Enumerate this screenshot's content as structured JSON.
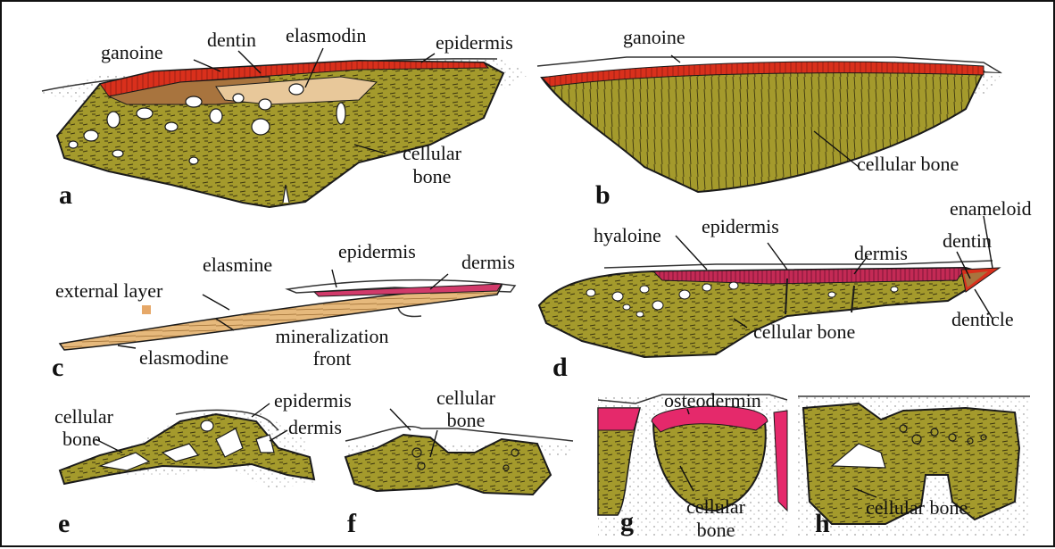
{
  "figure": {
    "panels": {
      "a": {
        "letter": "a",
        "labels": {
          "ganoine": "ganoine",
          "dentin": "dentin",
          "elasmodin": "elasmodin",
          "epidermis": "epidermis",
          "cellular_bone_1": "cellular",
          "cellular_bone_2": "bone"
        }
      },
      "b": {
        "letter": "b",
        "labels": {
          "ganoine": "ganoine",
          "cellular_bone": "cellular bone"
        }
      },
      "c": {
        "letter": "c",
        "labels": {
          "elasmine": "elasmine",
          "epidermis": "epidermis",
          "dermis": "dermis",
          "external_layer": "external layer",
          "mineralization_1": "mineralization",
          "mineralization_2": "front",
          "elasmodine": "elasmodine"
        }
      },
      "d": {
        "letter": "d",
        "labels": {
          "hyaloine": "hyaloine",
          "epidermis": "epidermis",
          "dermis": "dermis",
          "enameloid": "enameloid",
          "dentin": "dentin",
          "denticle": "denticle",
          "cellular_bone": "cellular bone"
        }
      },
      "e": {
        "letter": "e",
        "labels": {
          "cellular_bone_1": "cellular",
          "cellular_bone_2": "bone",
          "epidermis": "epidermis",
          "dermis": "dermis"
        }
      },
      "f": {
        "letter": "f",
        "labels": {
          "cellular_bone_1": "cellular",
          "cellular_bone_2": "bone"
        }
      },
      "g": {
        "letter": "g",
        "labels": {
          "osteodermin": "osteodermin",
          "cellular_bone_1": "cellular",
          "cellular_bone_2": "bone"
        }
      },
      "h": {
        "letter": "h",
        "labels": {
          "cellular_bone": "cellular bone"
        }
      }
    },
    "colors": {
      "cellular_bone": "#a49a2c",
      "ganoine": "#d9301c",
      "hyaloine": "#c42a55",
      "osteodermin": "#e5296b",
      "dentin": "#a8743e",
      "elasmodin": "#e8c89a",
      "external_layer": "#e6b97c",
      "outline": "#1a1a1a"
    }
  }
}
